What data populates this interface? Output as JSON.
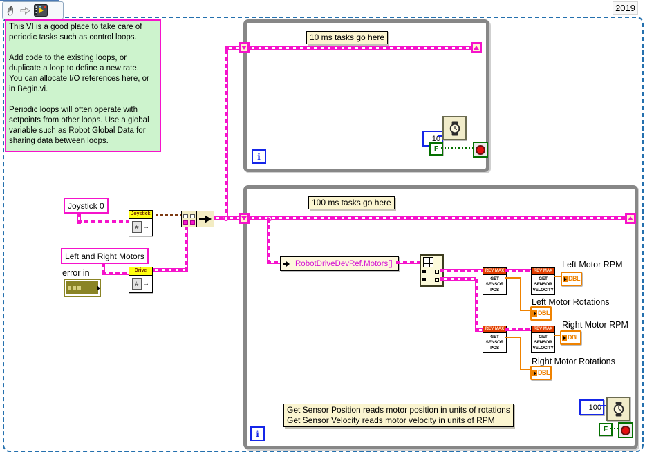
{
  "window": {
    "year": "2019"
  },
  "toolbar": {
    "icons": [
      "pan-hand",
      "forward-arrow",
      "vi-thumbnail"
    ]
  },
  "comments": {
    "documentation": "This VI is a good place to take care of\nperiodic tasks such as control loops.\n\nAdd code to the existing loops, or\nduplicate a loop to define a new rate.\nYou can allocate I/O references here, or\nin Begin.vi.\n\nPeriodic loops will often operate with\nsetpoints from other loops. Use a global\nvariable such as Robot Global Data for\nsharing data between loops.",
    "sensor_note": "Get Sensor Position reads motor position in units of rotations\nGet Sensor Velocity reads motor velocity in units of RPM"
  },
  "left_io": {
    "joystick_constant": "Joystick 0",
    "joystick_vi": "Joystick",
    "motors_constant": "Left and Right Motors",
    "drive_vi": "Drive",
    "error_in": "error in"
  },
  "loop_10ms": {
    "title": "10 ms tasks go here",
    "wait_ms": "10",
    "stop_constant": "F",
    "iteration": "i"
  },
  "loop_100ms": {
    "title": "100 ms tasks go here",
    "wait_ms": "100",
    "stop_constant": "F",
    "iteration": "i",
    "property_node": "RobotDriveDevRef.Motors[]"
  },
  "rev_blocks": {
    "header": "REV MAX",
    "get_position": "GET\nSENSOR\nPOS",
    "get_velocity": "GET\nSENSOR\nVELOCITY"
  },
  "indicators": [
    {
      "label": "Left Motor RPM",
      "type": "DBL"
    },
    {
      "label": "Left Motor Rotations",
      "type": "DBL"
    },
    {
      "label": "Right Motor RPM",
      "type": "DBL"
    },
    {
      "label": "Right Motor Rotations",
      "type": "DBL"
    }
  ],
  "colors": {
    "cluster_wire": "#F513CB",
    "numeric_wire": "#EF8200",
    "boolean_wire": "#047000",
    "reference_wire": "#7C3A12",
    "loop_frame": "#878787",
    "comment_bg": "#CDF3CD",
    "label_bg": "#FBF5D0",
    "rev_header": "#E33D00",
    "boundary": "#2470AE"
  }
}
